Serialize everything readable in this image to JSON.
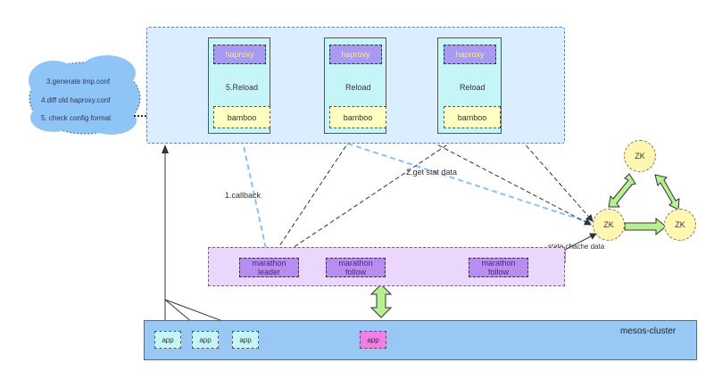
{
  "cloud": {
    "lines": [
      "3.generate tmp.conf",
      "4.diff old haproxy.conf",
      "5. check config format"
    ]
  },
  "nodes": [
    {
      "haproxy": "haproxy",
      "reload": "5.Reload",
      "bamboo": "bamboo"
    },
    {
      "haproxy": "haproxy",
      "reload": "Reload",
      "bamboo": "bamboo"
    },
    {
      "haproxy": "haproxy",
      "reload": "Reload",
      "bamboo": "bamboo"
    }
  ],
  "labels": {
    "callback": "1.callback",
    "get_stat": "2.get stat data",
    "state_cache": "state chache data"
  },
  "marathon": {
    "leader": [
      "marathon",
      "leader"
    ],
    "follow1": [
      "marathon",
      "follow"
    ],
    "follow2": [
      "marathon",
      "follow"
    ]
  },
  "mesos": {
    "title": "mesos-cluster",
    "apps": [
      "app",
      "app",
      "app",
      "app"
    ]
  },
  "zk": [
    "ZK",
    "ZK",
    "ZK"
  ],
  "colors": {
    "host_bg": "#dbeeff",
    "haproxy": "#a89af0",
    "bamboo": "#ffffc2",
    "marathon": "#b78ef0",
    "mesos": "#99c8f5",
    "zk": "#fff7b0",
    "cloud": "#8fc4f6",
    "callback_line": "#8cc0ee",
    "green_arrow": "#b8f090"
  }
}
